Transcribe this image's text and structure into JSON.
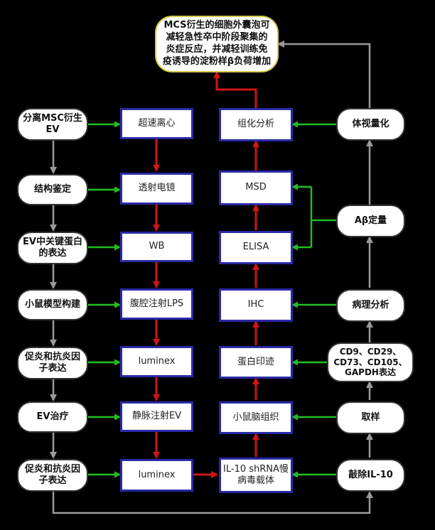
{
  "colors": {
    "background": "#000000",
    "green_arrow": "#1fbf1f",
    "red_arrow": "#d01515",
    "gray_arrow": "#9a9a9a",
    "box_border": "#2a2aa8",
    "result_border": "#d6c84a"
  },
  "result": "MCS衍生的细胞外囊泡可减轻急性卒中阶段聚集的炎症反应，并减轻训练免疫诱导的淀粉样β负荷增加",
  "left_column": [
    "分离MSC衍生EV",
    "结构鉴定",
    "EV中关键蛋白的表达",
    "小鼠模型构建",
    "促炎和抗炎因子表达",
    "EV治疗",
    "促炎和抗炎因子表达"
  ],
  "column_2": [
    "超速离心",
    "透射电镜",
    "WB",
    "腹腔注射LPS",
    "luminex",
    "静脉注射EV",
    "luminex"
  ],
  "column_3": [
    "组化分析",
    "MSD",
    "ELISA",
    "IHC",
    "蛋白印迹",
    "小鼠脑组织",
    "IL-10 shRNA慢病毒载体"
  ],
  "right_column": [
    "体视量化",
    "Aβ定量",
    "病理分析",
    "CD9、CD29、CD73、CD105、GAPDH表达",
    "取样",
    "敲除IL-10"
  ]
}
